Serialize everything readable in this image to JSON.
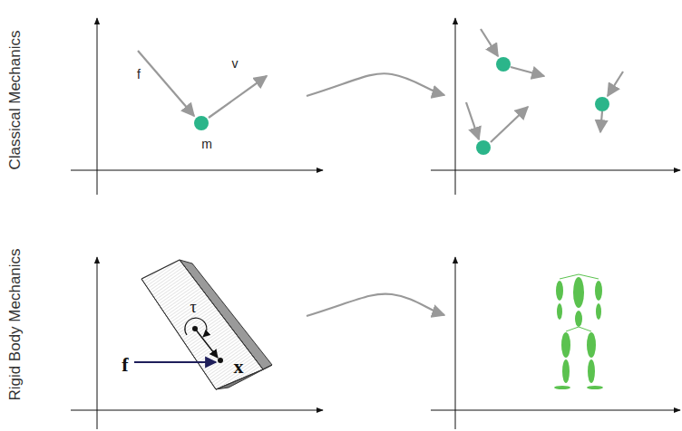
{
  "diagram": {
    "labels": [
      "Classical Mechanics",
      "f",
      "v",
      "m",
      "Rigid Body Mechanics",
      "τ",
      "f",
      "x"
    ]
  }
}
